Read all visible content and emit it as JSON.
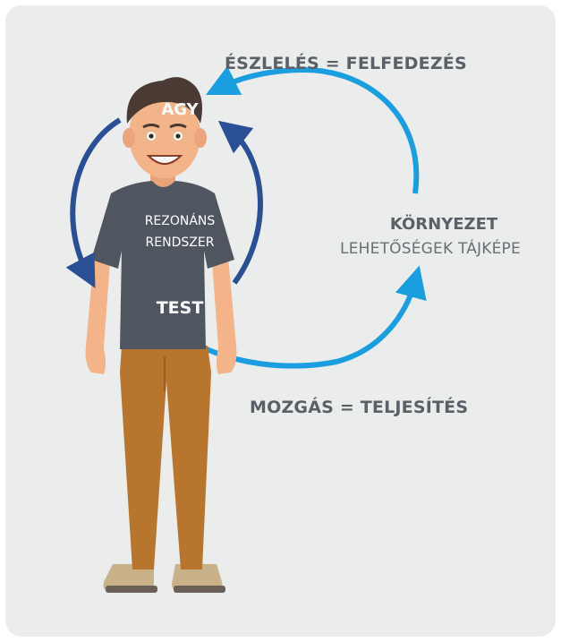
{
  "labels": {
    "perception": "ÉSZLELÉS = FELFEDEZÉS",
    "movement": "MOZGÁS = TELJESÍTÉS",
    "environment_title": "KÖRNYEZET",
    "environment_subtitle": "LEHETŐSÉGEK TÁJKÉPE",
    "brain": "AGY",
    "shirt_line1": "REZONÁNS",
    "shirt_line2": "RENDSZER",
    "body": "TEST"
  },
  "colors": {
    "panel_background": "#ebecec",
    "inner_loop_arrows": "#2a4f94",
    "outer_loop_arrows": "#1a9ee0",
    "label_text": "#5b6066",
    "shirt": "#4f5660",
    "pants": "#b8752e",
    "skin": "#f4b48a",
    "hair": "#4a3a33"
  },
  "icons": {
    "figure": "person-illustration",
    "arrows": [
      "inner-left-arrow",
      "inner-right-arrow",
      "outer-top-arrow",
      "outer-bottom-arrow"
    ]
  }
}
